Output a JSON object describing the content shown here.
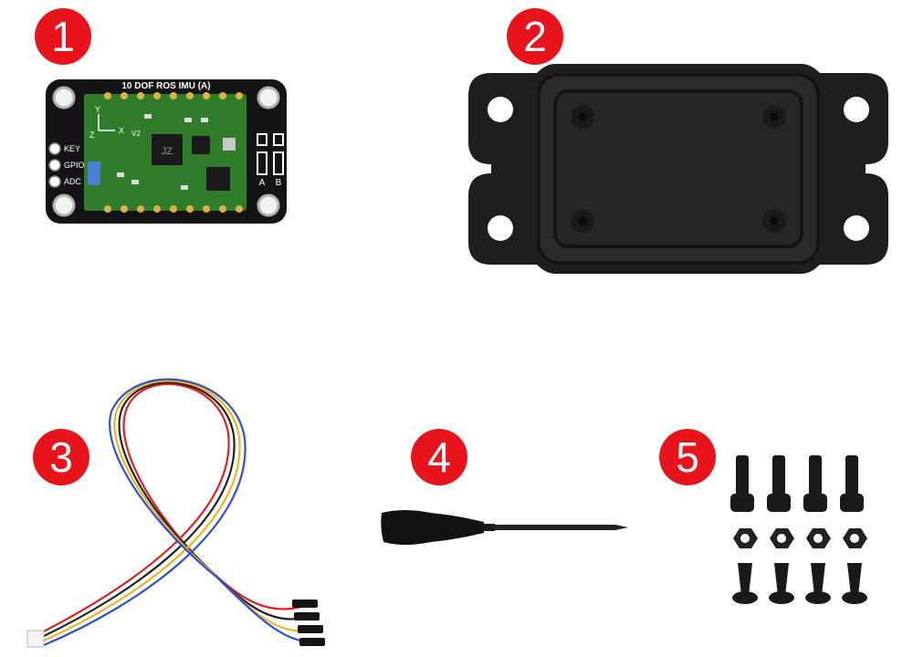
{
  "items": [
    {
      "number": "1",
      "name": "imu-board",
      "board_title": "10 DOF ROS IMU (A)",
      "pin_labels": [
        "KEY",
        "GPIO",
        "ADC"
      ],
      "jumper_labels": [
        "A",
        "B"
      ],
      "axis_labels": [
        "X",
        "Y",
        "Z"
      ],
      "chip_mark": "JZ",
      "version_mark": "V2"
    },
    {
      "number": "2",
      "name": "enclosure"
    },
    {
      "number": "3",
      "name": "cable"
    },
    {
      "number": "4",
      "name": "screwdriver"
    },
    {
      "number": "5",
      "name": "screws-nuts"
    }
  ],
  "colors": {
    "badge": "#e8141b",
    "pcb_black": "#141414",
    "pcb_green": "#2f7d2a",
    "enclosure": "#1e1e1e",
    "wire_red": "#e02020",
    "wire_black": "#222222",
    "wire_yellow": "#e8b820",
    "wire_blue": "#3050d0"
  }
}
